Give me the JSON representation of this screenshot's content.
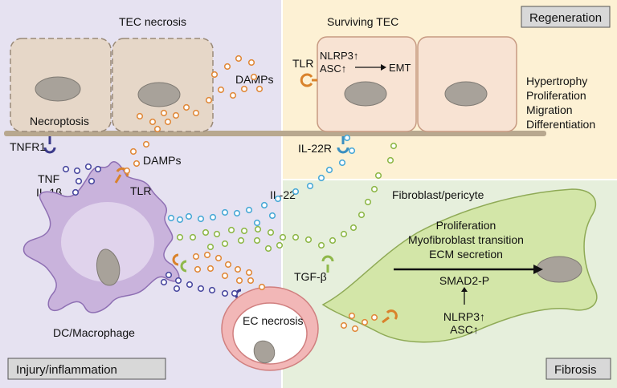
{
  "panels": {
    "injury_label": "Injury/inflammation",
    "regeneration_label": "Regeneration",
    "fibrosis_label": "Fibrosis"
  },
  "labels": {
    "tec_necrosis": "TEC necrosis",
    "surviving_tec": "Surviving TEC",
    "necroptosis": "Necroptosis",
    "damps_top": "DAMPs",
    "damps_mid": "DAMPs",
    "tlr_top": "TLR",
    "tlr_mid": "TLR",
    "nlrp3_top": "NLRP3↑",
    "asc_top": "ASC↑",
    "emt": "EMT",
    "tnfr1": "TNFR1",
    "tnf": "TNF",
    "il1b": "IL-1β",
    "il22r": "IL-22R",
    "il22": "IL-22",
    "tgfb": "TGF-β",
    "fibroblast": "Fibroblast/pericyte",
    "dc_macrophage": "DC/Macrophage",
    "ec_necrosis": "EC necrosis",
    "smad": "SMAD2-P",
    "nlrp3_bottom": "NLRP3↑",
    "asc_bottom": "ASC↑"
  },
  "regeneration_effects": [
    "Hypertrophy",
    "Proliferation",
    "Migration",
    "Differentiation"
  ],
  "fibroblast_effects": [
    "Proliferation",
    "Myofibroblast transition",
    "ECM secretion"
  ],
  "colors": {
    "injury_bg": "#e6e2f1",
    "regeneration_bg": "#fdf1d4",
    "fibrosis_bg": "#e6efdc",
    "necrotic_cell": "#e6d7c8",
    "surviving_cell": "#f8e3d3",
    "macrophage": "#c9b3dc",
    "fibroblast": "#d3e6a8",
    "damp_dot": "#e08a3c",
    "il22_dot": "#4aa9d6",
    "tgfb_dot": "#8fb84a",
    "cytokine_dot": "#4b4aa0",
    "ec_membrane": "#f2b7b7"
  }
}
